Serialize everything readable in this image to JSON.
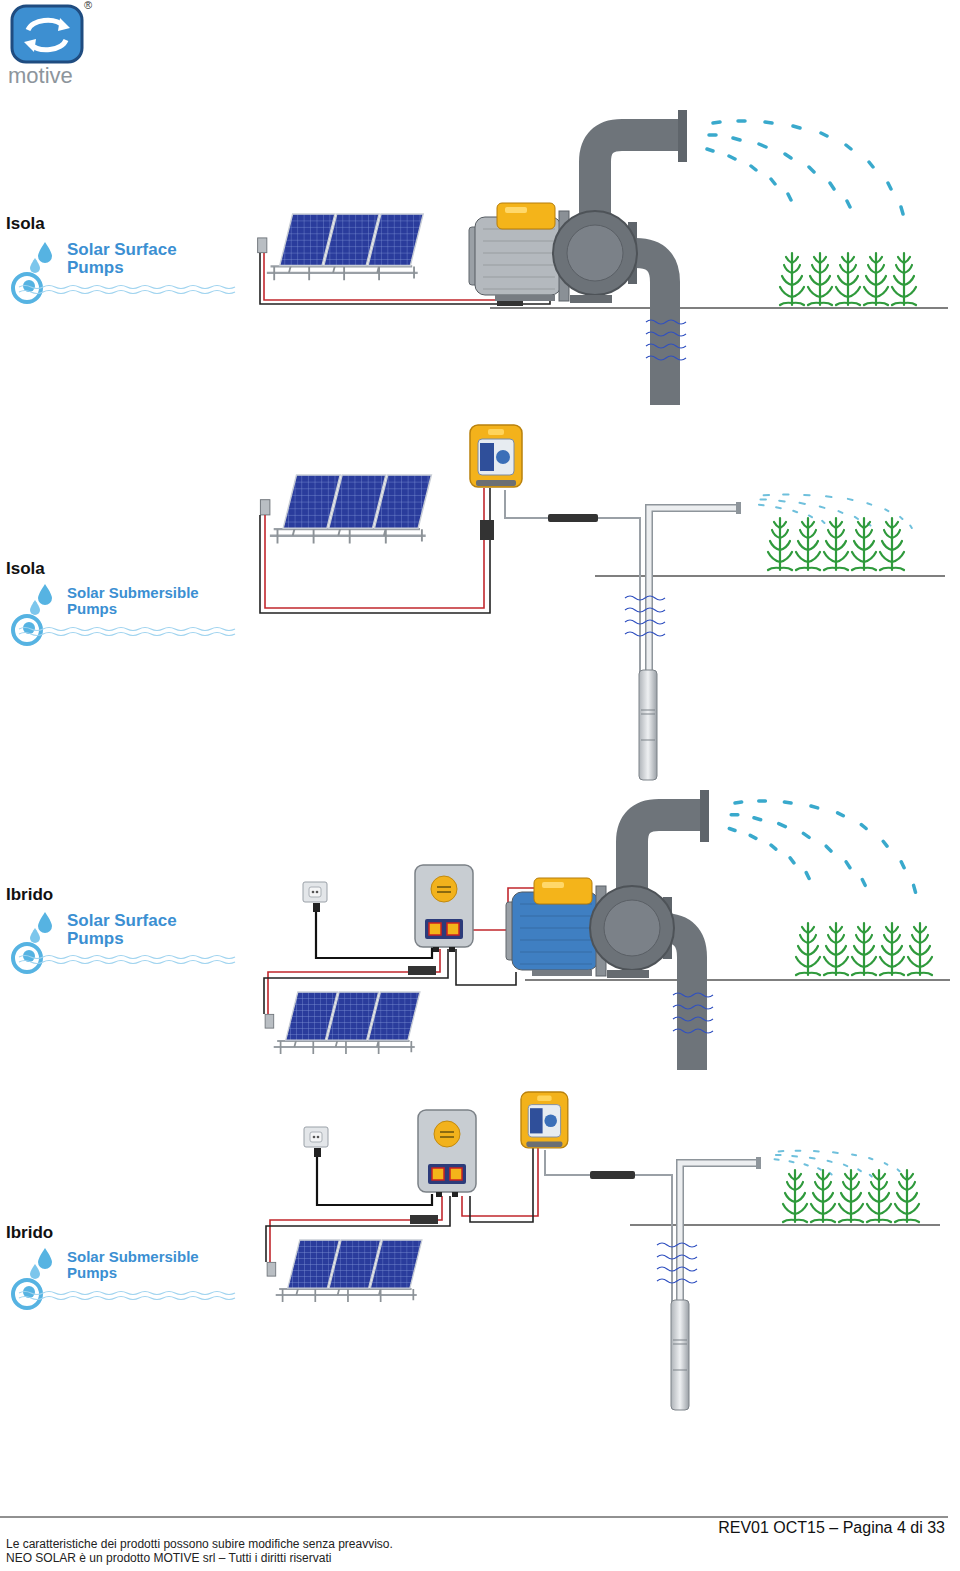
{
  "diagram": {
    "labels": [
      "motive",
      "®",
      "Isola",
      "Solar Surface Pumps",
      "Isola",
      "Solar Submersible Pumps",
      "Ibrido",
      "Solar Surface Pumps",
      "Ibrido",
      "Solar Submersible Pumps",
      "REV01 OCT15 – Pagina 4 di 33",
      "Le caratteristiche dei prodotti possono subire modifiche senza preavviso.",
      "NEO SOLAR è un prodotto MOTIVE srl – Tutti i diritti riservati"
    ]
  }
}
